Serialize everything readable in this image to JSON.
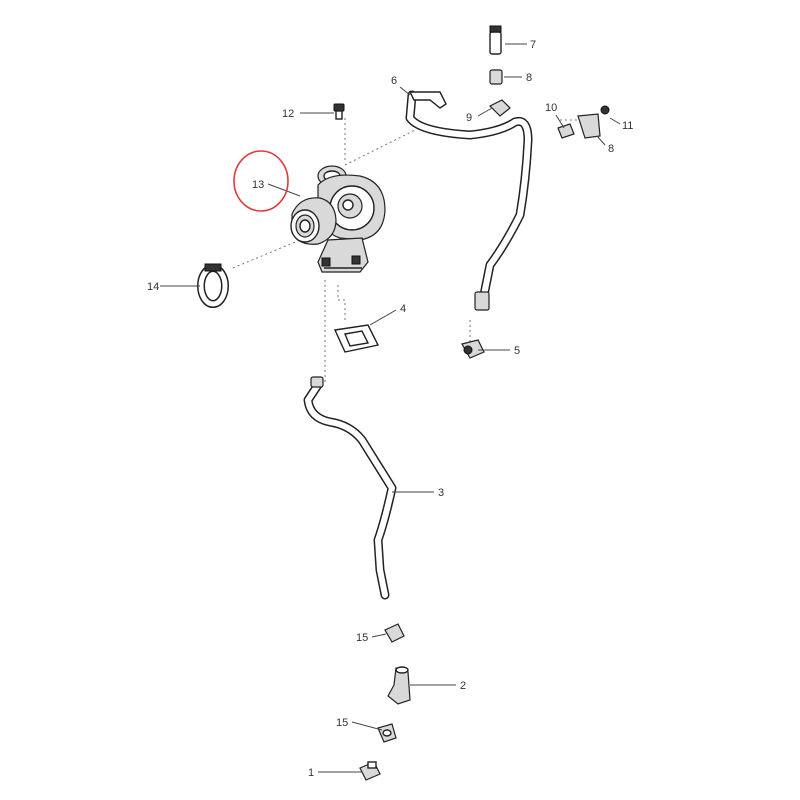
{
  "labels": {
    "p1": "1",
    "p2": "2",
    "p3": "3",
    "p4": "4",
    "p5": "5",
    "p6": "6",
    "p7": "7",
    "p8a": "8",
    "p8b": "8",
    "p9": "9",
    "p10": "10",
    "p11": "11",
    "p12": "12",
    "p13": "13",
    "p14": "14",
    "p15a": "15",
    "p15b": "15"
  },
  "colors": {
    "highlight": "#e03a3a",
    "line": "#222222",
    "label": "#333333"
  }
}
